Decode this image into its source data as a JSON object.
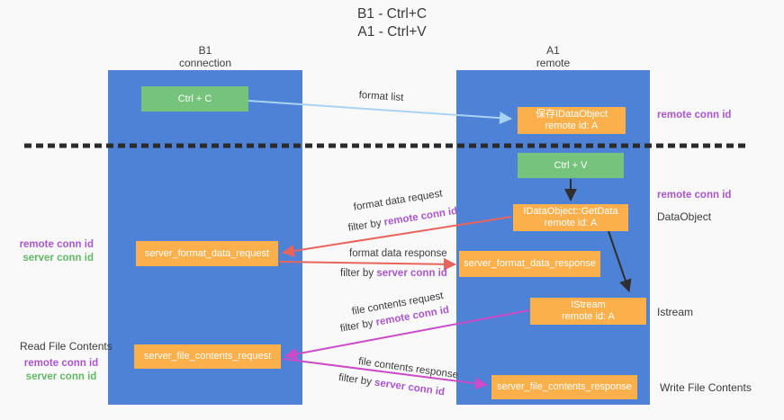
{
  "title": {
    "line1": "B1 - Ctrl+C",
    "line2": "A1 - Ctrl+V"
  },
  "columns": {
    "left": {
      "name": "B1",
      "role": "connection"
    },
    "right": {
      "name": "A1",
      "role": "remote"
    }
  },
  "boxes": {
    "ctrl_c": {
      "label": "Ctrl + C"
    },
    "save_idataobject": {
      "line1": "保存IDataObject",
      "line2": "remote id: A"
    },
    "ctrl_v": {
      "label": "Ctrl + V"
    },
    "idataobject_getdata": {
      "line1": "IDataObject::GetData",
      "line2": "remote id: A"
    },
    "server_format_data_request": {
      "label": "server_format_data_request"
    },
    "server_format_data_response": {
      "label": "server_format_data_response"
    },
    "istream": {
      "line1": "IStream",
      "line2": "remote id: A"
    },
    "server_file_contents_request": {
      "label": "server_file_contents_request"
    },
    "server_file_contents_response": {
      "label": "server_file_contents_response"
    }
  },
  "arrow_labels": {
    "format_list": "format list",
    "format_data_request": "format data request",
    "format_data_response": "format data response",
    "file_contents_request": "file contents request",
    "file_contents_response": "file contents response",
    "filter_by": "filter by ",
    "remote_conn_id": "remote conn id",
    "server_conn_id": "server conn id"
  },
  "side_labels": {
    "remote_conn_id": "remote conn id",
    "server_conn_id": "server conn id",
    "dataobject": "DataObject",
    "istream": "Istream",
    "read_file_contents": "Read File Contents",
    "write_file_contents": "Write File Contents"
  },
  "colors": {
    "column_blue": "#4d82d6",
    "box_orange": "#fbb04c",
    "box_green": "#76c37c",
    "arrow_blue": "#a9d3f2",
    "arrow_red": "#e8655e",
    "arrow_magenta": "#cb4bc8",
    "arrow_black": "#2f2f2f",
    "dash_color": "#2b2b2b",
    "text_purple": "#ab56cd",
    "text_green": "#62b966"
  }
}
